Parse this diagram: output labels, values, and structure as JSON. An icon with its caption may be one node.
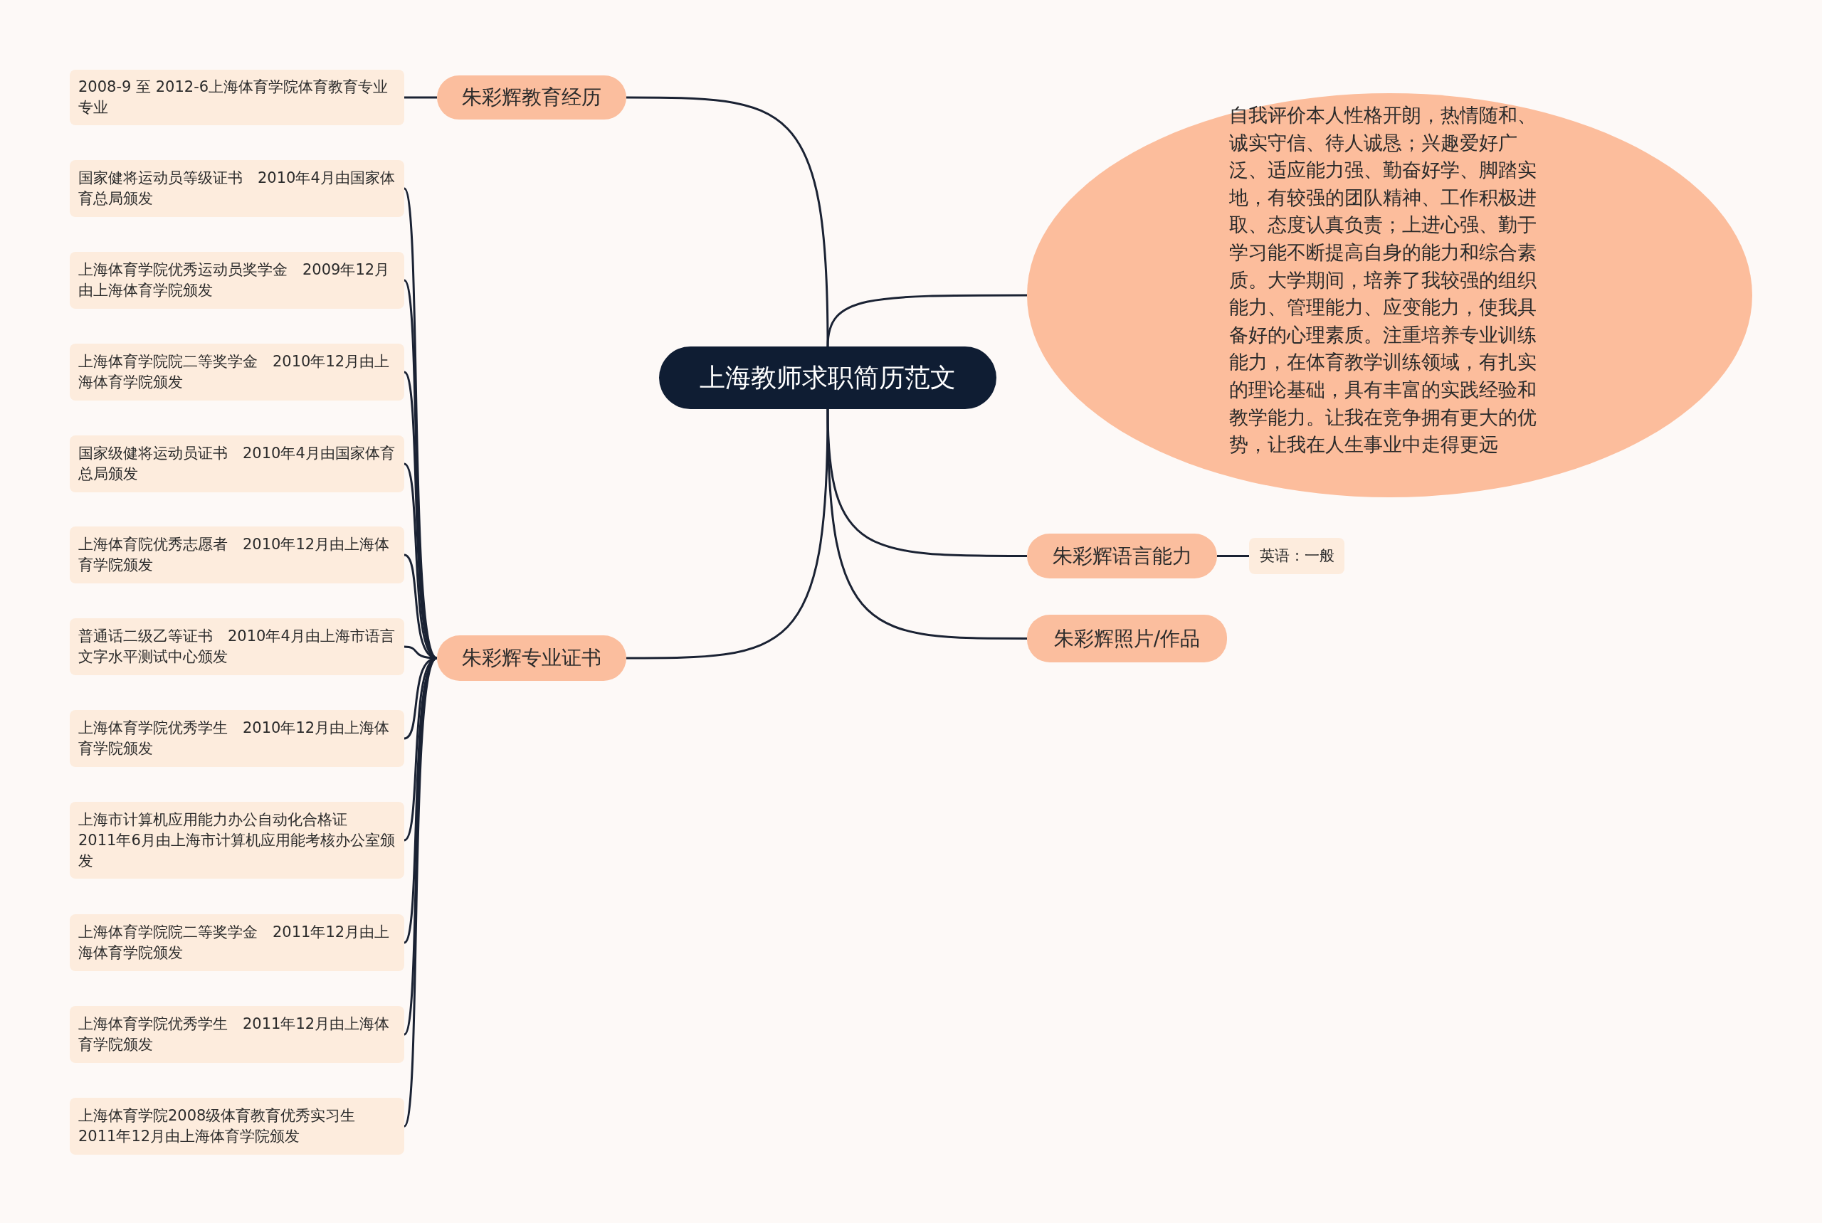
{
  "diagram": {
    "nodes": [
      {
        "text": [
          "上海教师求职简历范文"
        ]
      },
      {
        "text": [
          "朱彩辉教育经历"
        ]
      },
      {
        "text": [
          "2008-9 至 2012-6上海体育学院体育教育专业专业"
        ]
      },
      {
        "text": [
          "朱彩辉专业证书"
        ]
      },
      {
        "text": [
          "国家健将运动员等级证书　2010年4月由国家体育总局颁发"
        ]
      },
      {
        "text": [
          "上海体育学院优秀运动员奖学金　2009年12月由上海体育学院颁发"
        ]
      },
      {
        "text": [
          "上海体育学院院二等奖学金　2010年12月由上海体育学院颁发"
        ]
      },
      {
        "text": [
          "国家级健将运动员证书　2010年4月由国家体育总局颁发"
        ]
      },
      {
        "text": [
          "上海体育院优秀志愿者　2010年12月由上海体育学院颁发"
        ]
      },
      {
        "text": [
          "普通话二级乙等证书　2010年4月由上海市语言文字水平测试中心颁发"
        ]
      },
      {
        "text": [
          "上海体育学院优秀学生　2010年12月由上海体育学院颁发"
        ]
      },
      {
        "text": [
          "上海市计算机应用能力办公自动化合格证　2011年6月由上海市计算机应用能考核办公室颁发"
        ]
      },
      {
        "text": [
          "上海体育学院院二等奖学金　2011年12月由上海体育学院颁发"
        ]
      },
      {
        "text": [
          "上海体育学院优秀学生　2011年12月由上海体育学院颁发"
        ]
      },
      {
        "text": [
          "上海体育学院2008级体育教育优秀实习生　2011年12月由上海体育学院颁发"
        ]
      },
      {
        "text": [
          "自我评价本人性格开朗，热情随和、诚实守信、待人诚恳；兴趣爱好广泛、适应能力强、勤奋好学、脚踏实地，有较强的团队精神、工作积极进取、态度认真负责；上进心强、勤于学习能不断提高自身的能力和综合素质。大学期间，培养了我较强的组织能力、管理能力、应变能力，使我具备好的心理素质。注重培养专业训练能力，在体育教学训练领域，有扎实的理论基础，具有丰富的实践经验和教学能力。让我在竞争拥有更大的优势，让我在人生事业中走得更远"
        ]
      },
      {
        "text": [
          "朱彩辉语言能力"
        ]
      },
      {
        "text": [
          "英语：一般"
        ]
      },
      {
        "text": [
          "朱彩辉照片/作品"
        ]
      }
    ],
    "edges": [
      {
        "from": 0,
        "to": 1,
        "arrow": "none"
      },
      {
        "from": 1,
        "to": 2,
        "arrow": "none"
      },
      {
        "from": 0,
        "to": 3,
        "arrow": "none"
      },
      {
        "from": 3,
        "to": 4,
        "arrow": "none"
      },
      {
        "from": 3,
        "to": 5,
        "arrow": "none"
      },
      {
        "from": 3,
        "to": 6,
        "arrow": "none"
      },
      {
        "from": 3,
        "to": 7,
        "arrow": "none"
      },
      {
        "from": 3,
        "to": 8,
        "arrow": "none"
      },
      {
        "from": 3,
        "to": 9,
        "arrow": "none"
      },
      {
        "from": 3,
        "to": 10,
        "arrow": "none"
      },
      {
        "from": 3,
        "to": 11,
        "arrow": "none"
      },
      {
        "from": 3,
        "to": 12,
        "arrow": "none"
      },
      {
        "from": 3,
        "to": 13,
        "arrow": "none"
      },
      {
        "from": 3,
        "to": 14,
        "arrow": "none"
      },
      {
        "from": 0,
        "to": 15,
        "arrow": "none"
      },
      {
        "from": 0,
        "to": 16,
        "arrow": "none"
      },
      {
        "from": 16,
        "to": 17,
        "arrow": "none"
      },
      {
        "from": 0,
        "to": 18,
        "arrow": "none"
      }
    ]
  }
}
